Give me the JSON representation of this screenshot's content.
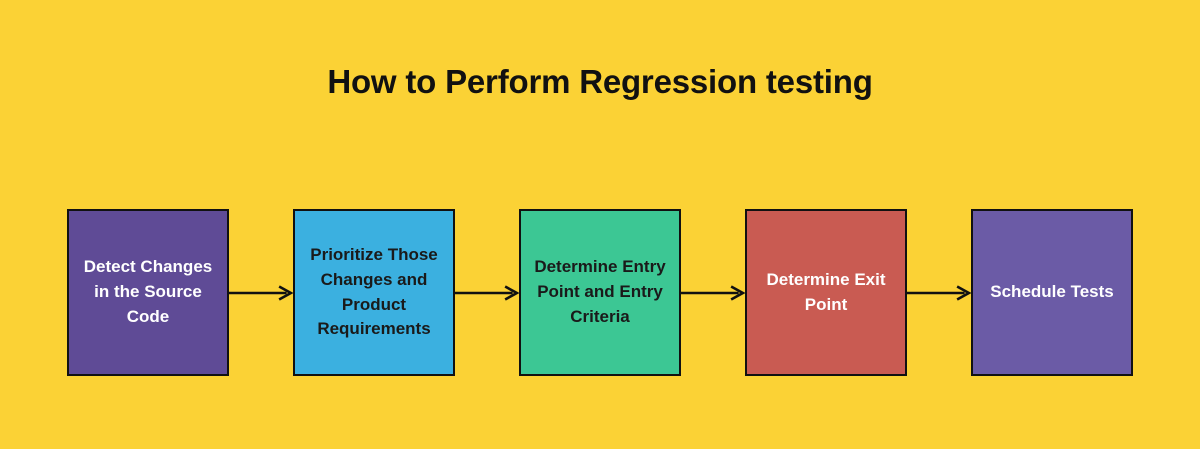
{
  "diagram": {
    "title": "How to Perform Regression testing",
    "type": "horizontal-flowchart",
    "background_color": "#FBD235",
    "title_color": "#111111",
    "connector_color": "#111111",
    "border_color": "#111111",
    "steps": [
      {
        "index": 1,
        "label": "Detect Changes in the Source Code",
        "fill_color": "#5F4B96",
        "text_color": "#FFFFFF"
      },
      {
        "index": 2,
        "label": "Prioritize Those Changes and Product Requirements",
        "fill_color": "#3BB0E0",
        "text_color": "#1A1A1A"
      },
      {
        "index": 3,
        "label": "Determine Entry Point and Entry Criteria",
        "fill_color": "#3CC794",
        "text_color": "#1A1A1A"
      },
      {
        "index": 4,
        "label": "Determine Exit Point",
        "fill_color": "#C95B52",
        "text_color": "#FFFFFF"
      },
      {
        "index": 5,
        "label": "Schedule Tests",
        "fill_color": "#6B5BA6",
        "text_color": "#FFFFFF"
      }
    ],
    "connectors": [
      {
        "index": 1,
        "from": "Detect Changes in the Source Code",
        "to": "Prioritize Those Changes and Product Requirements",
        "icon": "arrow-right-icon"
      },
      {
        "index": 2,
        "from": "Prioritize Those Changes and Product Requirements",
        "to": "Determine Entry Point and Entry Criteria",
        "icon": "arrow-right-icon"
      },
      {
        "index": 3,
        "from": "Determine Entry Point and Entry Criteria",
        "to": "Determine Exit Point",
        "icon": "arrow-right-icon"
      },
      {
        "index": 4,
        "from": "Determine Exit Point",
        "to": "Schedule Tests",
        "icon": "arrow-right-icon"
      }
    ]
  }
}
